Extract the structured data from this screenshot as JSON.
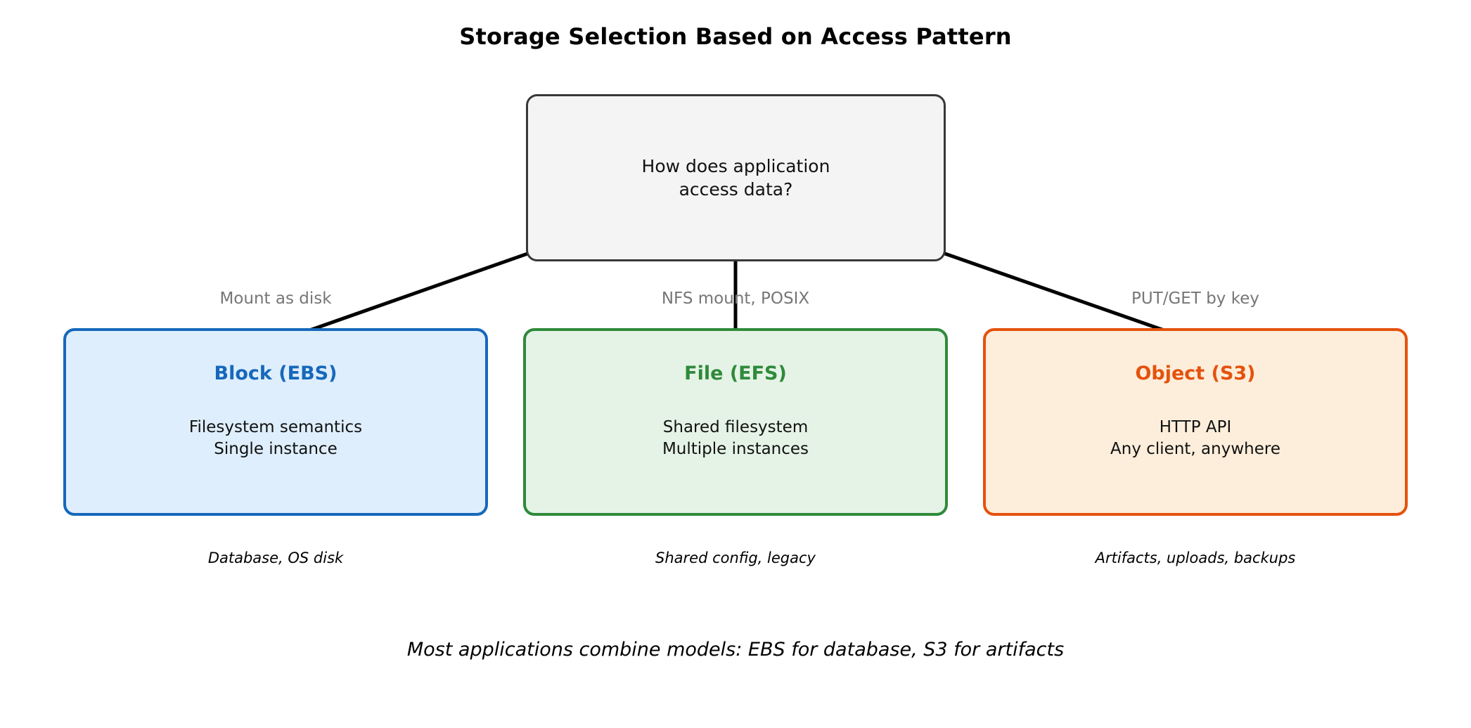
{
  "title": "Storage Selection Based on Access Pattern",
  "decision": {
    "line1": "How does application",
    "line2": "access data?"
  },
  "branches": [
    {
      "label": "Mount as disk"
    },
    {
      "label": "NFS mount, POSIX"
    },
    {
      "label": "PUT/GET by key"
    }
  ],
  "options": [
    {
      "heading": "Block (EBS)",
      "detail_line1": "Filesystem semantics",
      "detail_line2": "Single instance",
      "use_case": "Database, OS disk",
      "border_color": "#1668bb",
      "fill_color": "#deeefc",
      "heading_color": "#1668bb"
    },
    {
      "heading": "File (EFS)",
      "detail_line1": "Shared filesystem",
      "detail_line2": "Multiple instances",
      "use_case": "Shared config, legacy",
      "border_color": "#2f8a3b",
      "fill_color": "#e5f3e6",
      "heading_color": "#2f8a3b"
    },
    {
      "heading": "Object (S3)",
      "detail_line1": "HTTP API",
      "detail_line2": "Any client, anywhere",
      "use_case": "Artifacts, uploads, backups",
      "border_color": "#e5520d",
      "fill_color": "#fdeedb",
      "heading_color": "#e5520d"
    }
  ],
  "footnote": "Most applications combine models: EBS for database, S3 for artifacts",
  "colors": {
    "decision_border": "#383838",
    "decision_fill": "#f4f4f4",
    "connector": "#000000",
    "branch_label": "#767676",
    "title": "#000000",
    "body_text": "#111111"
  }
}
